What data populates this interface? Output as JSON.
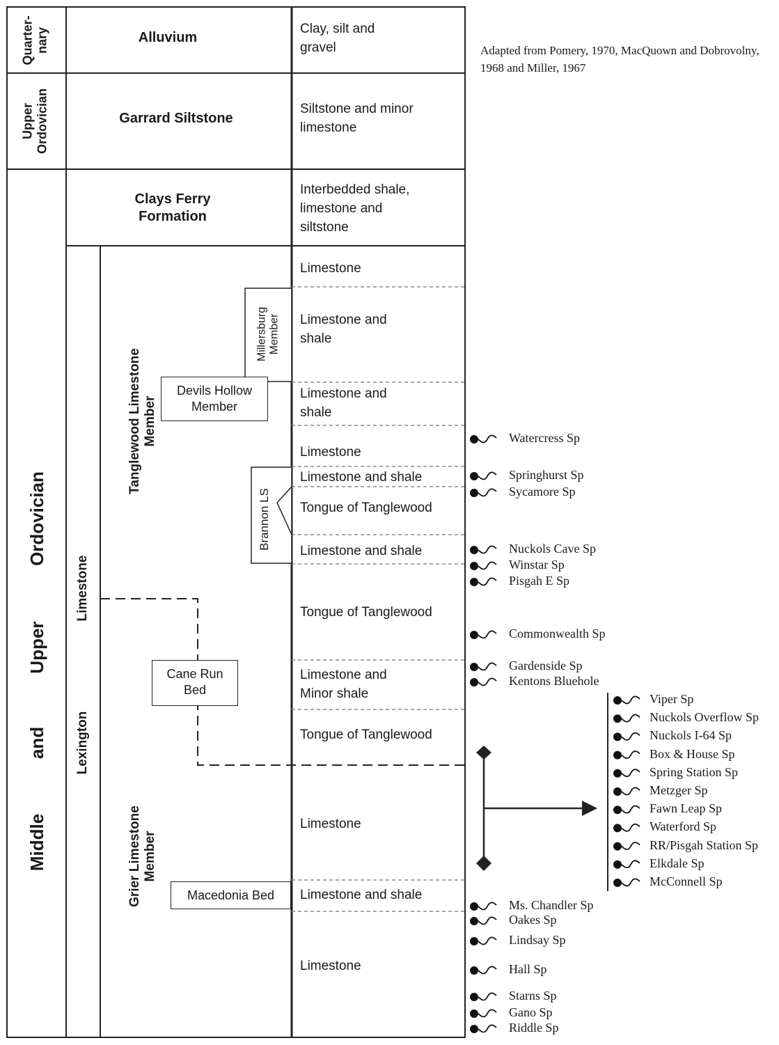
{
  "caption": "Adapted from Pomery, 1970, MacQuown and Dobrovolny, 1968 and Miller, 1967",
  "periods": {
    "quaternary": "Quarter-\nnary",
    "upper_ordovician": "Upper\nOrdovician",
    "middle_upper_ordovician": [
      "Middle",
      "and",
      "Upper",
      "Ordovician"
    ]
  },
  "formations": {
    "alluvium": "Alluvium",
    "garrard": "Garrard Siltstone",
    "clays_ferry": "Clays Ferry\nFormation",
    "lexington": "Lexington",
    "limestone": "Limestone"
  },
  "members": {
    "tanglewood": "Tanglewood Limestone\nMember",
    "grier": "Grier Limestone\nMember",
    "millersburg": "Millersburg\nMember",
    "devils_hollow": "Devils Hollow\nMember",
    "brannon": "Brannon LS",
    "cane_run": "Cane Run\nBed",
    "macedonia": "Macedonia Bed"
  },
  "lithology": [
    "Clay, silt and\ngravel",
    "Siltstone and minor\nlimestone",
    "Interbedded shale,\nlimestone and\nsiltstone",
    "Limestone",
    "Limestone and\nshale",
    "Limestone and\nshale",
    "Limestone",
    "Limestone and shale",
    "Tongue of Tanglewood",
    "Limestone and shale",
    "Tongue of Tanglewood",
    "Limestone and\nMinor shale",
    "Tongue of Tanglewood",
    "Limestone",
    "Limestone and shale",
    "Limestone"
  ],
  "springs_left": [
    "Watercress Sp",
    "Springhurst Sp",
    "Sycamore Sp",
    "Nuckols Cave Sp",
    "Winstar Sp",
    "Pisgah E Sp",
    "Commonwealth Sp",
    "Gardenside Sp",
    "Kentons Bluehole",
    "Ms. Chandler Sp",
    "Oakes Sp",
    "Lindsay Sp",
    "Hall Sp",
    "Starns Sp",
    "Gano Sp",
    "Riddle Sp"
  ],
  "springs_right": [
    "Viper Sp",
    "Nuckols Overflow Sp",
    "Nuckols I-64 Sp",
    "Box & House Sp",
    "Spring Station Sp",
    "Metzger Sp",
    "Fawn Leap Sp",
    "Waterford Sp",
    "RR/Pisgah Station Sp",
    "Elkdale Sp",
    "McConnell Sp"
  ],
  "colors": {
    "line": "#222222",
    "text": "#1a1a1a",
    "background": "#ffffff"
  }
}
